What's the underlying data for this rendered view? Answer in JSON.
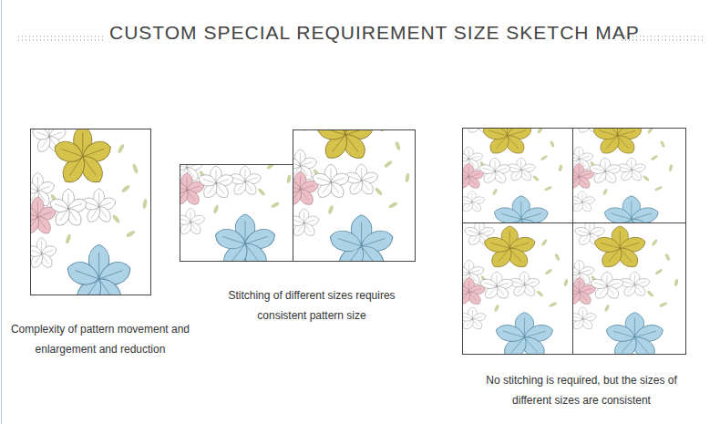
{
  "diagram": {
    "title": "CUSTOM SPECIAL REQUIREMENT SIZE SKETCH MAP",
    "labels": [
      "Complexity of pattern movement and enlargement and reduction",
      "Stitching of different sizes requires consistent pattern size",
      "No stitching is required, but the sizes of different sizes are consistent"
    ]
  }
}
